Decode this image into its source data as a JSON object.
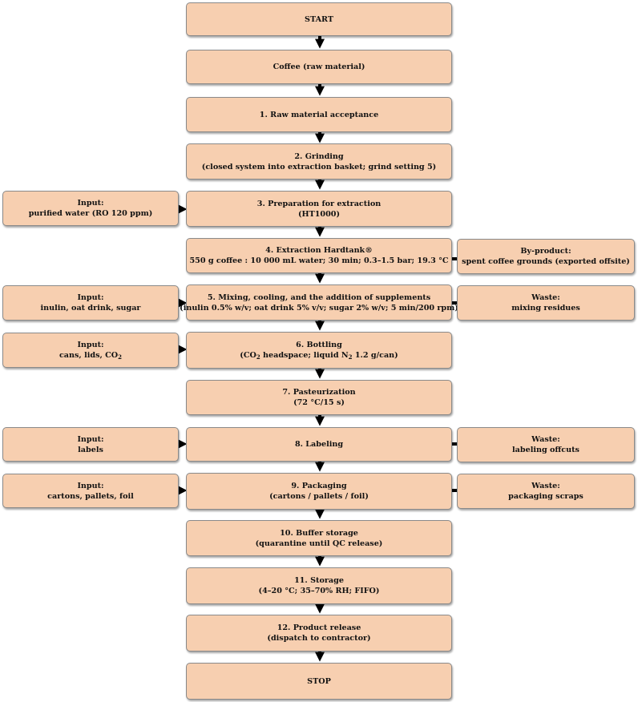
{
  "steps": [
    {
      "line1": "START",
      "line2": ""
    },
    {
      "line1": "Coffee (raw material)",
      "line2": ""
    },
    {
      "line1": "1. Raw material acceptance",
      "line2": ""
    },
    {
      "line1": "2. Grinding",
      "line2": "(closed system into extraction basket; grind setting 5)"
    },
    {
      "line1": "3. Preparation for extraction",
      "line2": "(HT1000)"
    },
    {
      "line1": "4. Extraction Hardtank®",
      "line2": "550 g coffee : 10 000 mL water; 30 min; 0.3–1.5 bar; 19.3 °C"
    },
    {
      "line1": "5. Mixing, cooling, and the addition of supplements",
      "line2": "(inulin 0.5% w/v; oat drink 5% v/v; sugar 2% w/v; 5 min/200 rpm)"
    },
    {
      "line1": "6. Bottling",
      "line2_pre": "(CO",
      "line2_sub": "2",
      "line2_mid": " headspace; liquid N",
      "line2_sub2": "2",
      "line2_post": " 1.2 g/can)"
    },
    {
      "line1": "7. Pasteurization",
      "line2": "(72 °C/15 s)"
    },
    {
      "line1": "8. Labeling",
      "line2": ""
    },
    {
      "line1": "9. Packaging",
      "line2": "(cartons / pallets / foil)"
    },
    {
      "line1": "10. Buffer storage",
      "line2": "(quarantine until QC release)"
    },
    {
      "line1": "11. Storage",
      "line2": "(4–20 °C; 35–70% RH; FIFO)"
    },
    {
      "line1": "12. Product release",
      "line2": "(dispatch to contractor)"
    },
    {
      "line1": "STOP",
      "line2": ""
    }
  ],
  "inputs": {
    "water": {
      "title": "Input:",
      "text": "purified water (RO 120 ppm)"
    },
    "supplements": {
      "title": "Input:",
      "text": "inulin,  oat drink, sugar"
    },
    "bottling": {
      "title": "Input:",
      "text_pre": "cans, lids, CO",
      "text_sub": "2"
    },
    "labels": {
      "title": "Input:",
      "text": "labels"
    },
    "packaging": {
      "title": "Input:",
      "text": "cartons, pallets, foil"
    }
  },
  "outputs": {
    "byproduct": {
      "title": "By-product:",
      "text": "spent coffee grounds (exported offsite)"
    },
    "mixing": {
      "title": "Waste:",
      "text": "mixing residues"
    },
    "labeling": {
      "title": "Waste:",
      "text": "labeling offcuts"
    },
    "packaging": {
      "title": "Waste:",
      "text": "packaging scraps"
    }
  }
}
